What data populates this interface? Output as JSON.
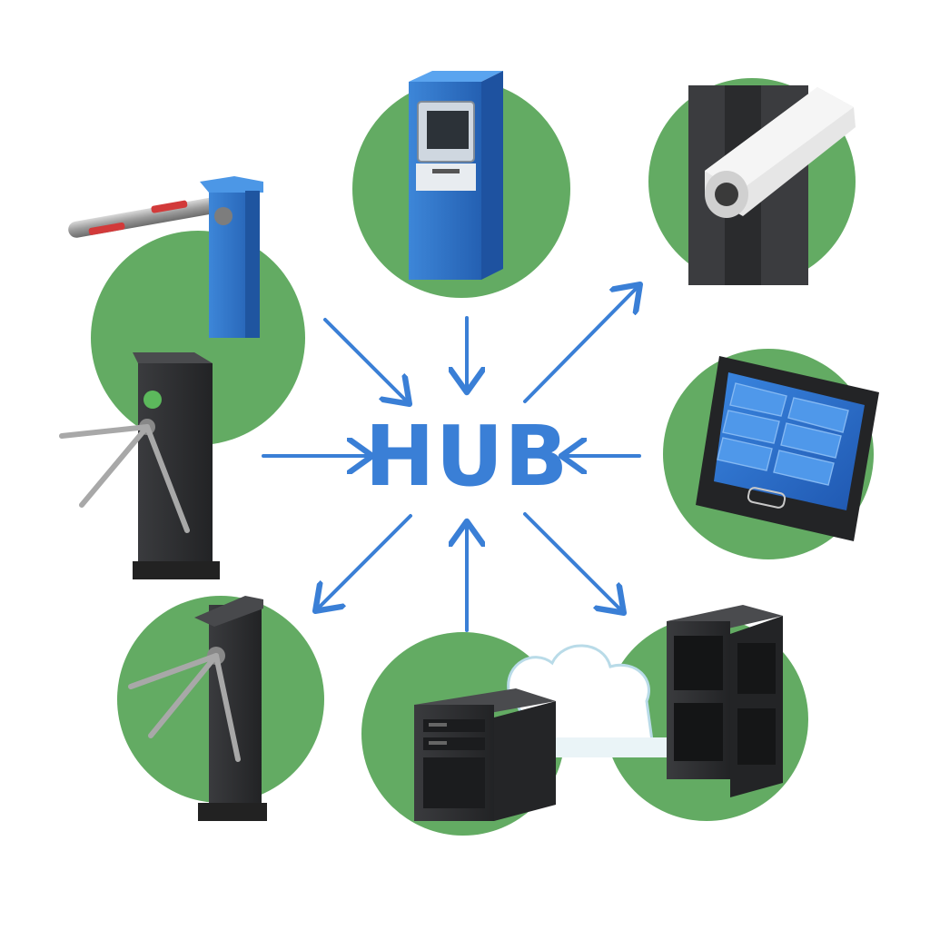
{
  "diagram": {
    "hub_label": "HUB",
    "colors": {
      "accent": "#3a7fd6",
      "node_circle": "#63ab63",
      "device_dark": "#2e2f31",
      "device_blue": "#2f6fc4",
      "background": "#ffffff"
    },
    "nodes": [
      {
        "id": "barrier-gate",
        "icon": "barrier-gate-icon",
        "flow": "inbound"
      },
      {
        "id": "ticket-kiosk",
        "icon": "kiosk-icon",
        "flow": "inbound"
      },
      {
        "id": "security-camera",
        "icon": "camera-icon",
        "flow": "outbound"
      },
      {
        "id": "tripod-turnstile",
        "icon": "turnstile-icon",
        "flow": "inbound"
      },
      {
        "id": "control-tablet",
        "icon": "tablet-icon",
        "flow": "inbound"
      },
      {
        "id": "turnstile-post",
        "icon": "turnstile-post-icon",
        "flow": "outbound"
      },
      {
        "id": "server",
        "icon": "server-icon",
        "flow": "inbound"
      },
      {
        "id": "server-rack",
        "icon": "server-rack-icon",
        "flow": "outbound"
      }
    ]
  }
}
